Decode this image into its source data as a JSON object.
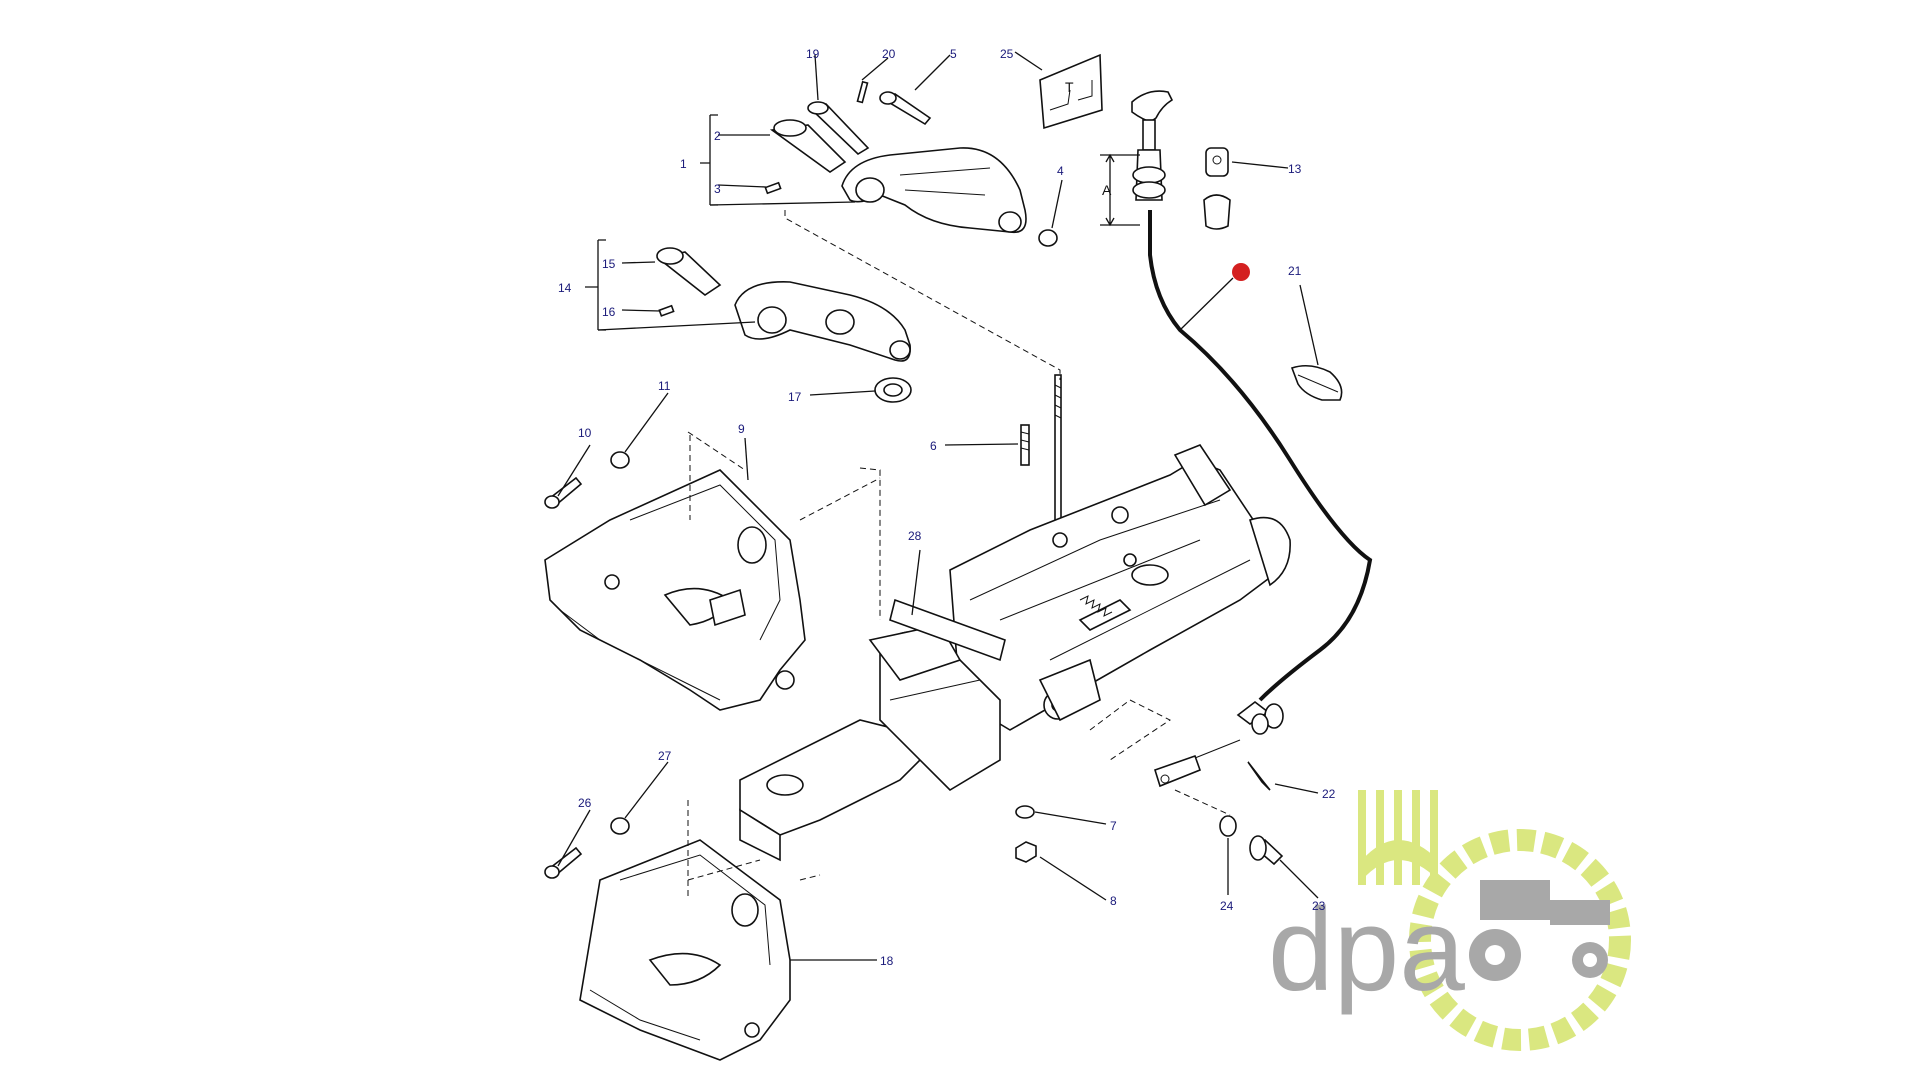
{
  "callouts": {
    "c1": "1",
    "c2": "2",
    "c3": "3",
    "c4": "4",
    "c5": "5",
    "c6": "6",
    "c7": "7",
    "c8": "8",
    "c9": "9",
    "c10": "10",
    "c11": "11",
    "c13": "13",
    "c14": "14",
    "c15": "15",
    "c16": "16",
    "c17": "17",
    "c18": "18",
    "c19": "19",
    "c20": "20",
    "c21": "21",
    "c22": "22",
    "c23": "23",
    "c24": "24",
    "c25": "25",
    "c26": "26",
    "c27": "27",
    "c28": "28"
  },
  "dimension_label": "A",
  "sign_label": "T",
  "highlight_color": "#d42020",
  "watermark": {
    "text": "dpa",
    "text_color": "#9a9a9a",
    "accent_color": "#d4e36a"
  }
}
